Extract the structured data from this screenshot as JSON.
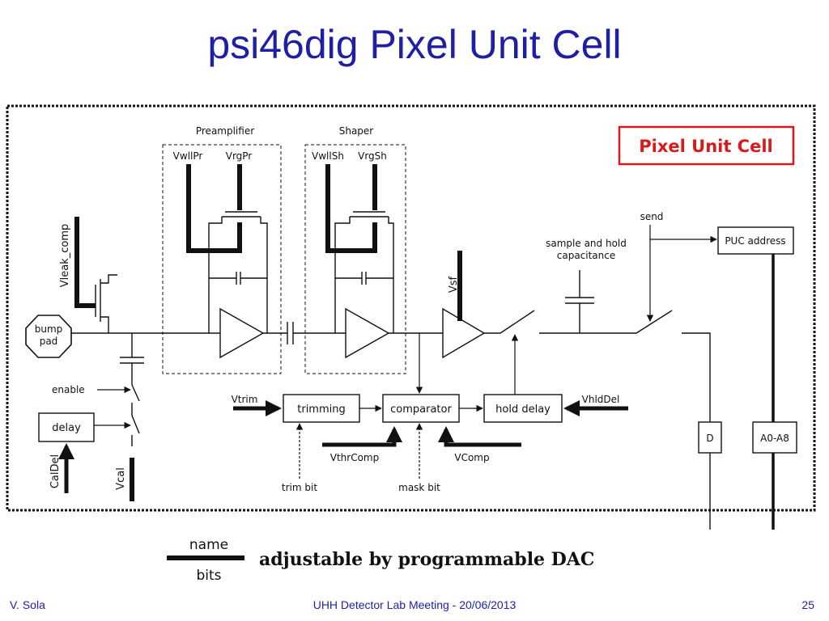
{
  "slide": {
    "title": "psi46dig Pixel Unit Cell",
    "footer_left": "V. Sola",
    "footer_center": "UHH Detector Lab Meeting - 20/06/2013",
    "footer_right": "25"
  },
  "colors": {
    "title": "#1f1fa5",
    "badge_border": "#d91a1a",
    "badge_text": "#d91a1a",
    "line": "#111111"
  },
  "diagram": {
    "badge": "Pixel Unit Cell",
    "preamp": {
      "title": "Preamplifier",
      "vwll": "VwllPr",
      "vrg": "VrgPr"
    },
    "shaper": {
      "title": "Shaper",
      "vwll": "VwllSh",
      "vrg": "VrgSh"
    },
    "vleak": "Vleak_comp",
    "bump": [
      "bump",
      "pad"
    ],
    "vsf": "Vsf",
    "sample_hold": [
      "sample and hold",
      "capacitance"
    ],
    "send": "send",
    "puc_address": "PUC address",
    "enable": "enable",
    "delay": "delay",
    "caldel": "CalDel",
    "vcal": "Vcal",
    "vtrim": "Vtrim",
    "trimming": "trimming",
    "comparator": "comparator",
    "hold_delay": "hold delay",
    "vhlddel": "VhldDel",
    "vthrcomp": "VthrComp",
    "vcomp": "VComp",
    "trim_bit": "trim bit",
    "mask_bit": "mask bit",
    "d": "D",
    "a0a8": "A0-A8"
  },
  "legend": {
    "name": "name",
    "bits": "bits",
    "text": "adjustable by programmable DAC"
  }
}
